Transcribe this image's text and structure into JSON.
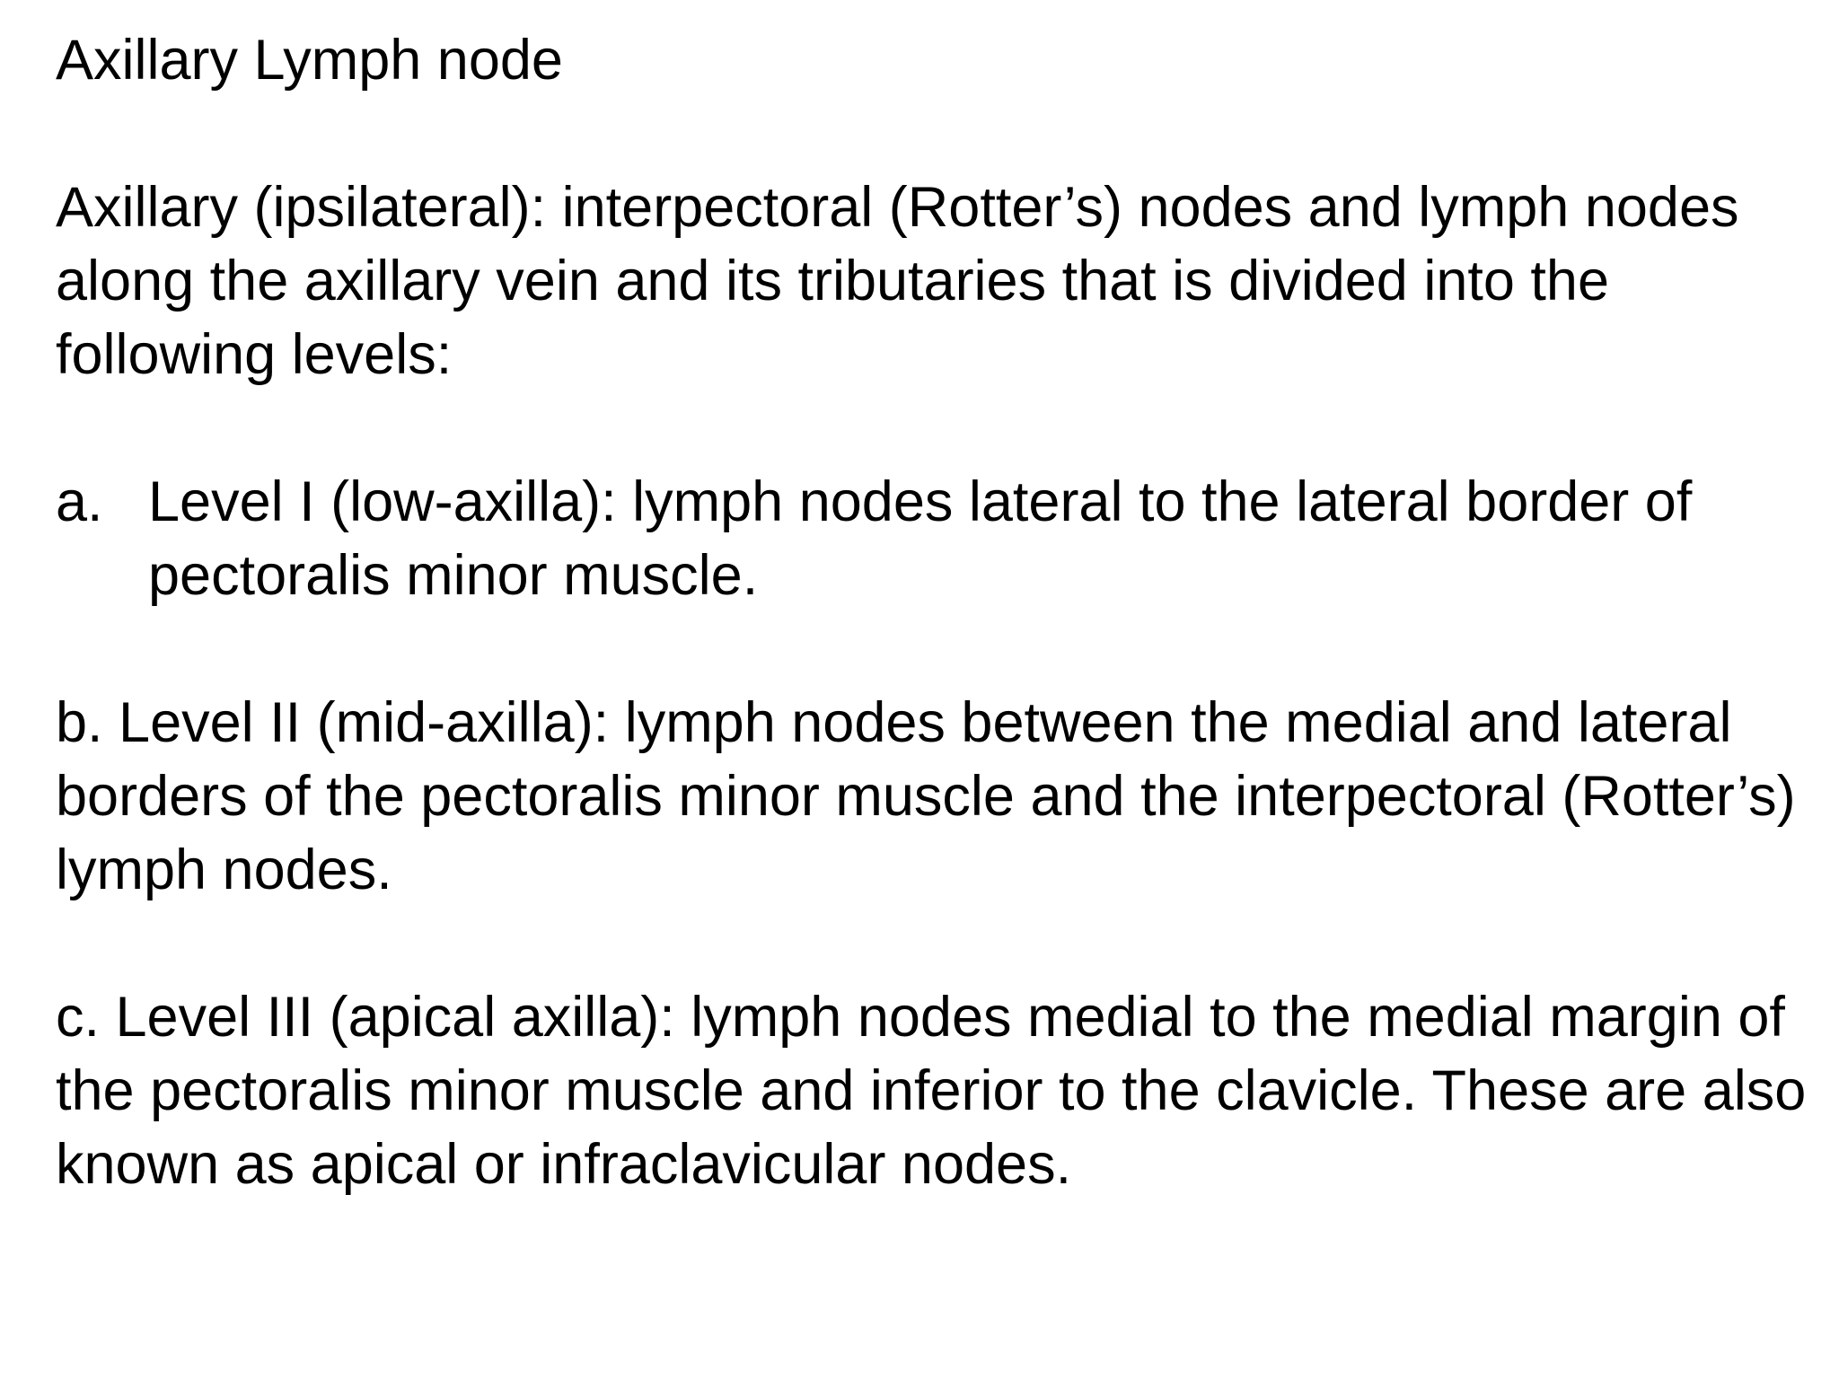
{
  "slide": {
    "title": "Axillary Lymph node",
    "intro": "Axillary (ipsilateral): interpectoral (Rotter’s) nodes and lymph nodes along the axillary vein and its tributaries that is divided into the following levels:",
    "items": [
      {
        "marker": "a.",
        "text": "Level I (low-axilla): lymph nodes lateral to the lateral border of pectoralis minor muscle."
      },
      {
        "text": "b. Level II (mid-axilla): lymph nodes between the medial and lateral borders of the pectoralis minor muscle and the interpectoral (Rotter’s) lymph nodes."
      },
      {
        "text": "c. Level III (apical axilla): lymph nodes medial to the medial margin of the pectoralis minor muscle and inferior to the clavicle. These are also known as apical or infraclavicular nodes."
      }
    ]
  }
}
